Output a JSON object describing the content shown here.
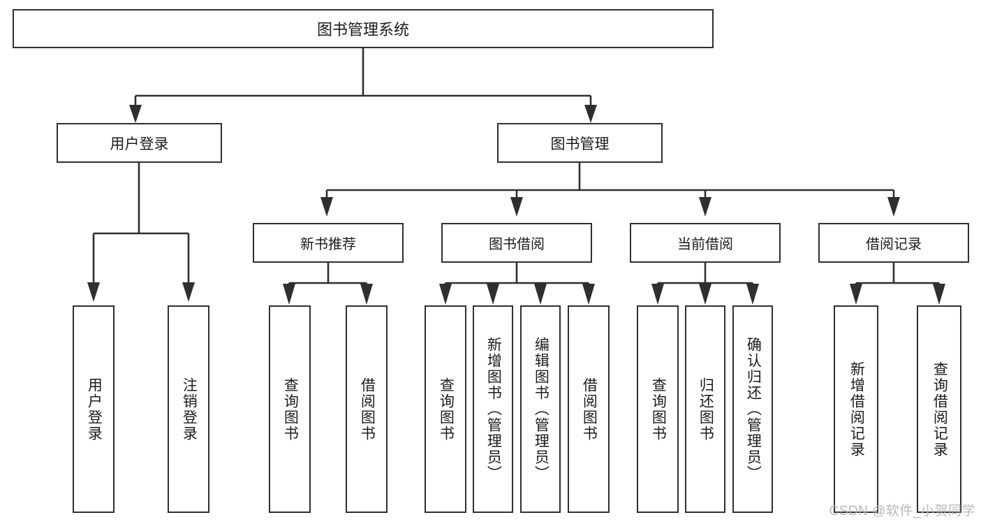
{
  "diagram": {
    "title": "图书管理系统",
    "type": "tree-hierarchy",
    "watermark": "CSDN @软件_小贺同学",
    "colors": {
      "background": "#ffffff",
      "box_border": "#2f2f2f",
      "box_fill": "#ffffff",
      "text": "#1b1b1b",
      "connector": "#2f2f2f",
      "watermark": "#b9b9b9"
    },
    "root": {
      "label": "图书管理系统"
    },
    "level1": [
      {
        "id": "user-login",
        "label": "用户登录"
      },
      {
        "id": "book-manage",
        "label": "图书管理"
      }
    ],
    "level2": [
      {
        "id": "new-book-recommend",
        "label": "新书推荐",
        "parent": "book-manage"
      },
      {
        "id": "book-borrow",
        "label": "图书借阅",
        "parent": "book-manage"
      },
      {
        "id": "current-borrow",
        "label": "当前借阅",
        "parent": "book-manage"
      },
      {
        "id": "borrow-record",
        "label": "借阅记录",
        "parent": "book-manage"
      }
    ],
    "leaves": [
      {
        "id": "leaf-user-login",
        "label": "用户登录",
        "parent": "user-login"
      },
      {
        "id": "leaf-logout",
        "label": "注销登录",
        "parent": "user-login"
      },
      {
        "id": "leaf-query-book-1",
        "label": "查询图书",
        "parent": "new-book-recommend"
      },
      {
        "id": "leaf-borrow-book-1",
        "label": "借阅图书",
        "parent": "new-book-recommend"
      },
      {
        "id": "leaf-query-book-2",
        "label": "查询图书",
        "parent": "book-borrow"
      },
      {
        "id": "leaf-add-book",
        "label": "新增图书（管理员）",
        "parent": "book-borrow"
      },
      {
        "id": "leaf-edit-book",
        "label": "编辑图书（管理员）",
        "parent": "book-borrow"
      },
      {
        "id": "leaf-borrow-book-2",
        "label": "借阅图书",
        "parent": "book-borrow"
      },
      {
        "id": "leaf-query-book-3",
        "label": "查询图书",
        "parent": "current-borrow"
      },
      {
        "id": "leaf-return-book",
        "label": "归还图书",
        "parent": "current-borrow"
      },
      {
        "id": "leaf-confirm-return",
        "label": "确认归还（管理员）",
        "parent": "current-borrow"
      },
      {
        "id": "leaf-add-record",
        "label": "新增借阅记录",
        "parent": "borrow-record"
      },
      {
        "id": "leaf-query-record",
        "label": "查询借阅记录",
        "parent": "borrow-record"
      }
    ]
  }
}
